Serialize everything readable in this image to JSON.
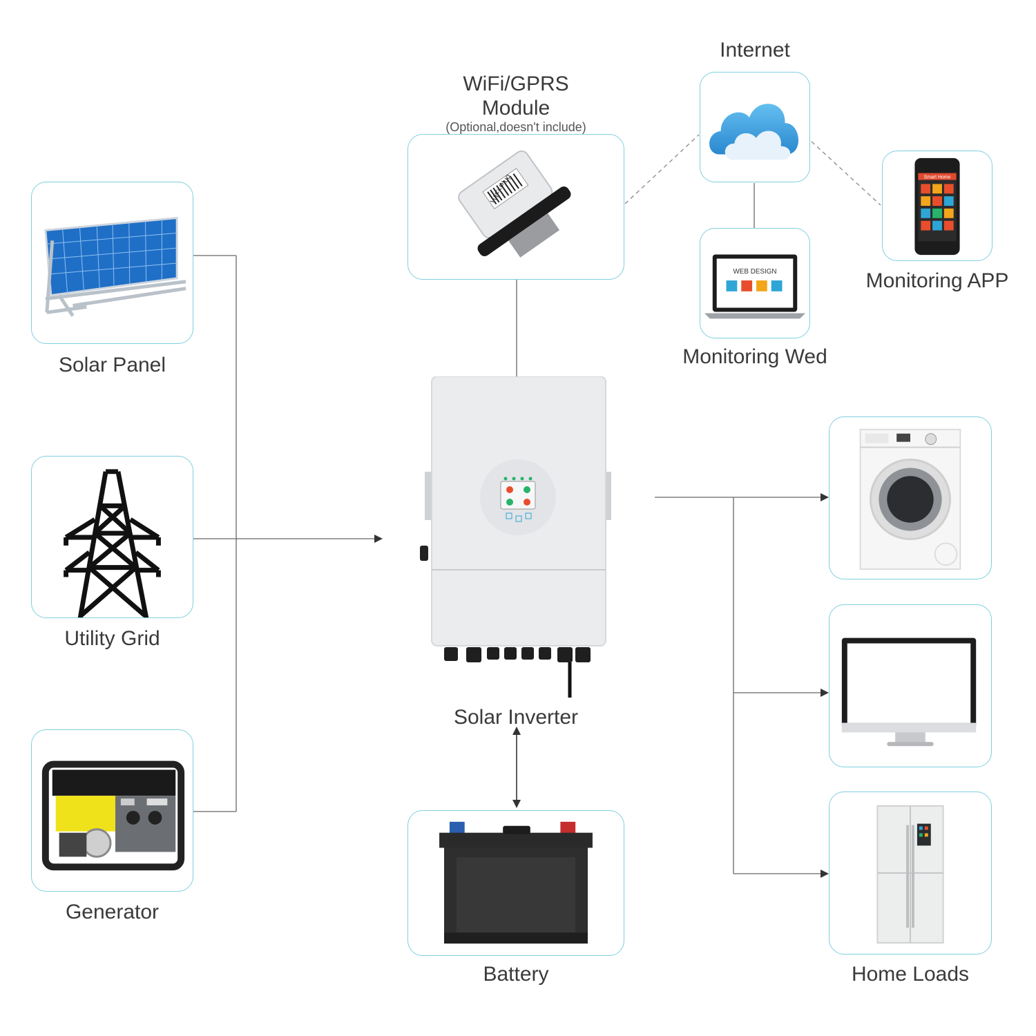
{
  "labels": {
    "solar_panel": "Solar Panel",
    "utility_grid": "Utility Grid",
    "generator": "Generator",
    "wifi_module_line1": "WiFi/GPRS",
    "wifi_module_line2": "Module",
    "wifi_module_note": "(Optional,doesn't include)",
    "internet": "Internet",
    "monitoring_app": "Monitoring APP",
    "monitoring_web": "Monitoring Wed",
    "solar_inverter": "Solar Inverter",
    "battery": "Battery",
    "home_loads": "Home Loads"
  },
  "device_text": {
    "wifi_plug": "WiFi-Plug",
    "web_design": "WEB DESIGN",
    "smart_home": "Smart Home"
  },
  "colors": {
    "box_border": "#7fcfe0",
    "wire": "#555555",
    "dashed_wire": "#888888",
    "cloud": "#4aa8e0",
    "solar_cell": "#1f6fc7"
  }
}
